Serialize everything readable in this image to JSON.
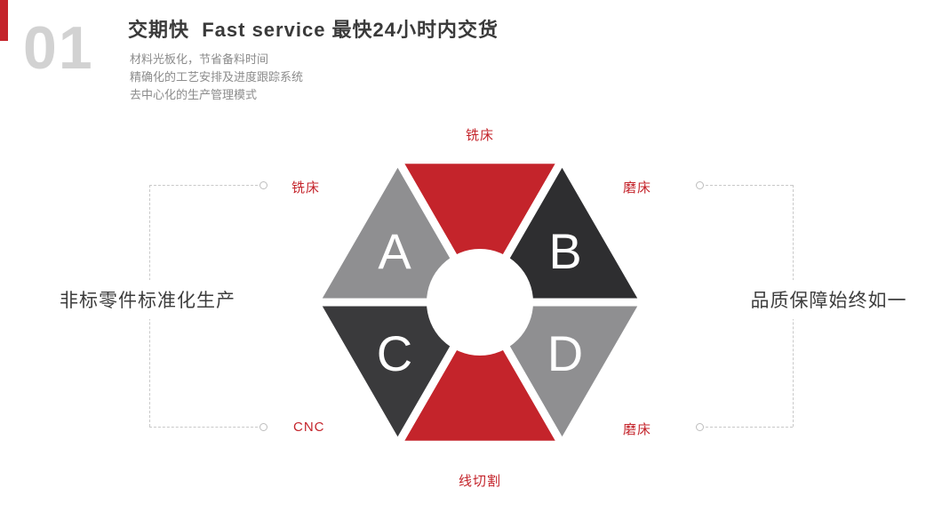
{
  "colors": {
    "accent_red": "#c4242b",
    "triangle_gray": "#8f8f91",
    "triangle_dark": "#2e2e30",
    "triangle_dark2": "#3a3a3c",
    "big_number_gray": "#d2d2d2",
    "text_dark": "#3a3a3a",
    "text_gray": "#8c8c8c",
    "dashed_line": "#c9c9c9"
  },
  "header": {
    "index_number": "01",
    "title": "交期快  Fast service 最快24小时内交货",
    "bullets": [
      "材料光板化，节省备料时间",
      "精确化的工艺安排及进度跟踪系统",
      "去中心化的生产管理模式"
    ]
  },
  "diagram": {
    "letters": {
      "a": "A",
      "b": "B",
      "c": "C",
      "d": "D"
    },
    "labels": {
      "top": "铣床",
      "upper_left": "铣床",
      "upper_right": "磨床",
      "lower_left": "CNC",
      "lower_right": "磨床",
      "bottom": "线切割"
    }
  },
  "callouts": {
    "left": "非标零件标准化生产",
    "right": "品质保障始终如一"
  }
}
